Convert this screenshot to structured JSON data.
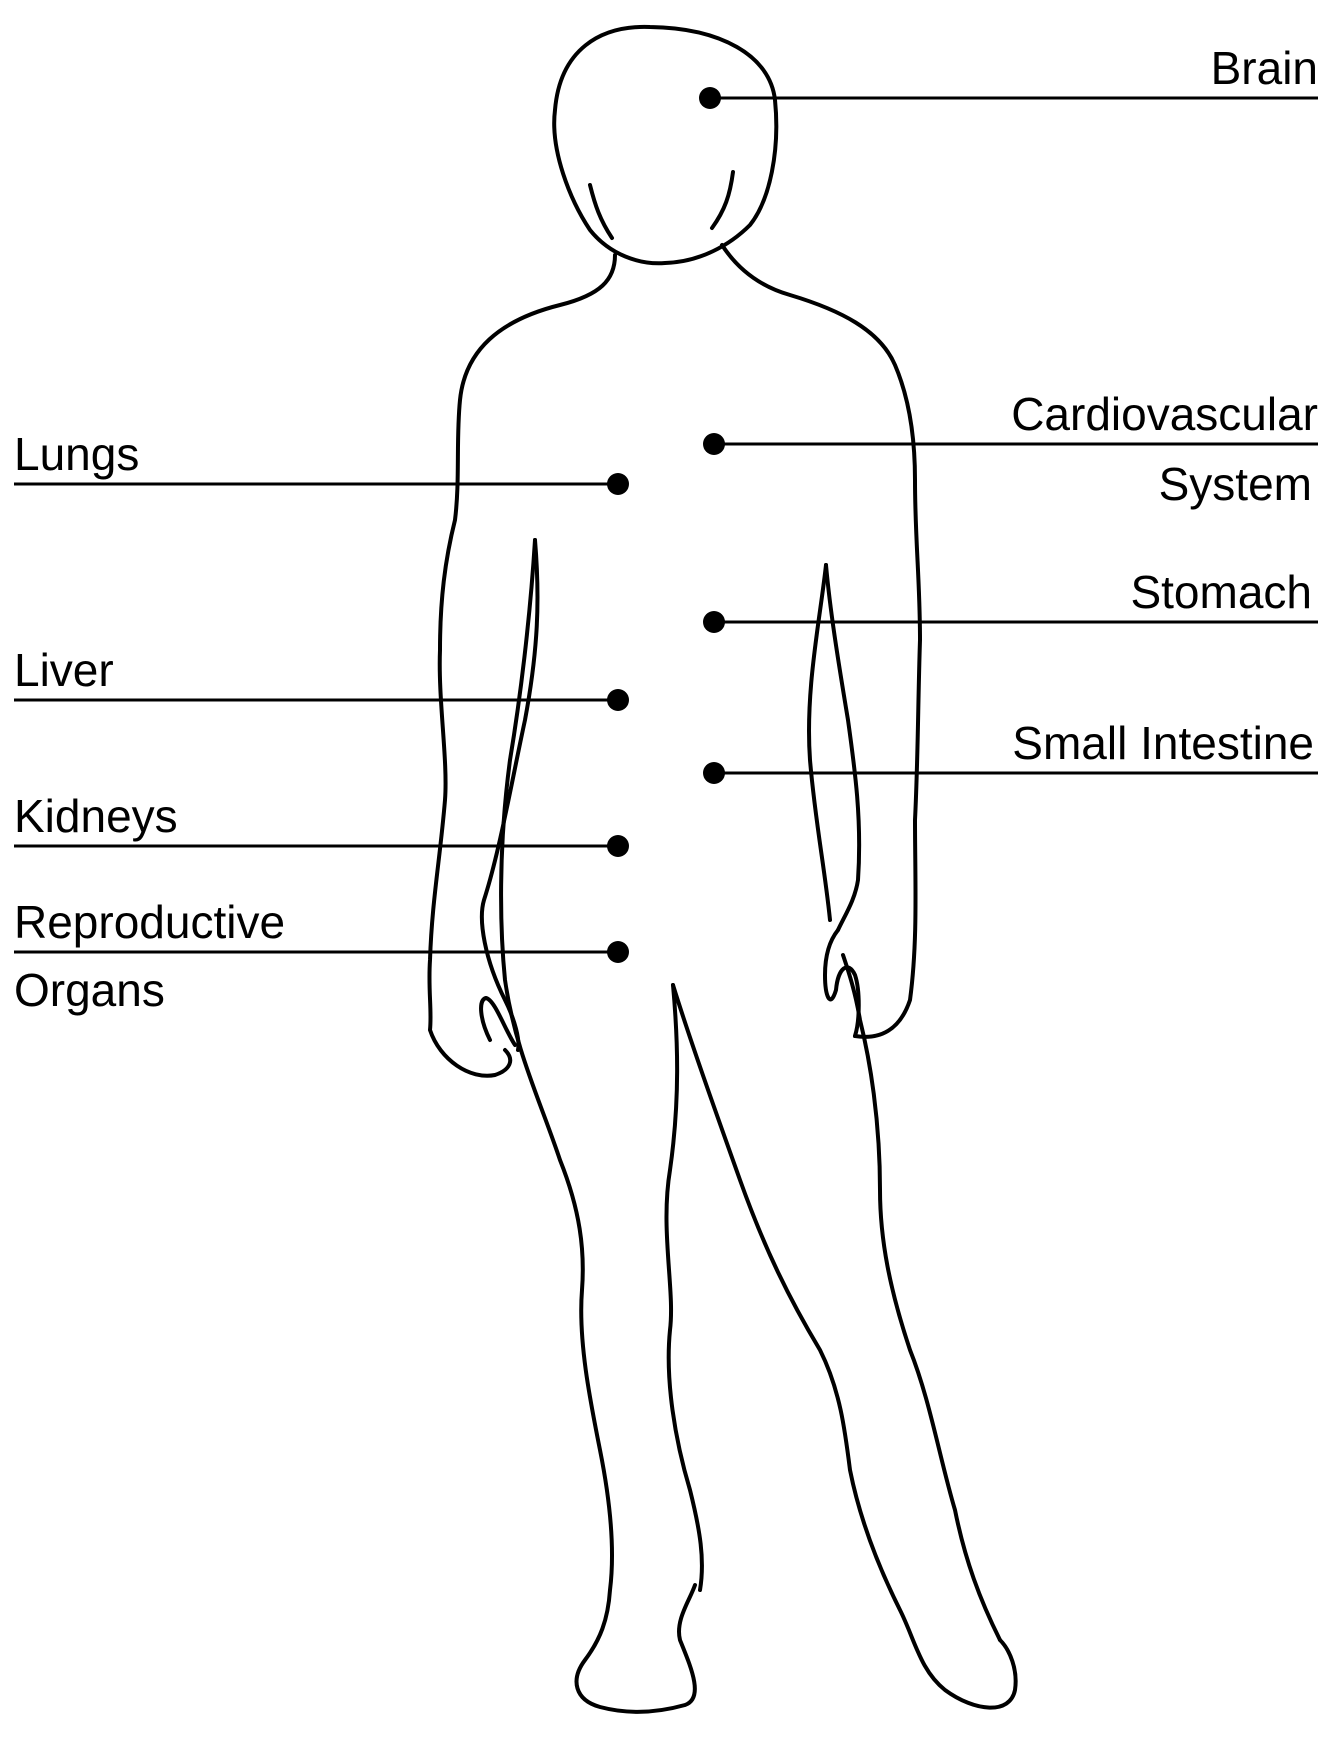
{
  "colors": {
    "ink": "#000000",
    "background": "#ffffff"
  },
  "labels": {
    "brain": "Brain",
    "cardiovascular_line1": "Cardiovascular",
    "cardiovascular_line2": "System",
    "stomach": "Stomach",
    "small_intestine": "Small Intestine",
    "lungs": "Lungs",
    "liver": "Liver",
    "kidneys": "Kidneys",
    "reproductive_line1": "Reproductive",
    "reproductive_line2": "Organs"
  }
}
